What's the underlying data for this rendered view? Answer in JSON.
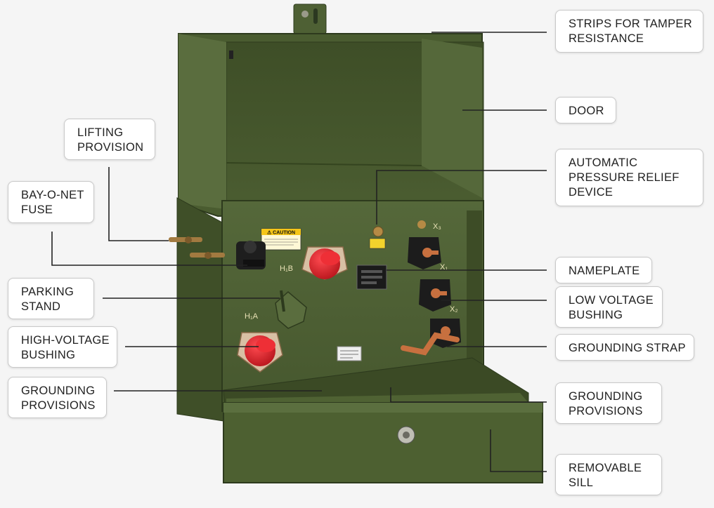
{
  "labels": {
    "strips": [
      "STRIPS FOR TAMPER",
      "RESISTANCE"
    ],
    "door": [
      "DOOR"
    ],
    "lifting": [
      "LIFTING",
      "PROVISION"
    ],
    "relief": [
      "AUTOMATIC",
      "PRESSURE RELIEF",
      "DEVICE"
    ],
    "bayonet": [
      "BAY-O-NET",
      "FUSE"
    ],
    "nameplate": [
      "NAMEPLATE"
    ],
    "parking": [
      "PARKING",
      "STAND"
    ],
    "lv_bushing": [
      "LOW VOLTAGE",
      "BUSHING"
    ],
    "hv_bushing": [
      "HIGH-VOLTAGE",
      "BUSHING"
    ],
    "strap": [
      "GROUNDING STRAP"
    ],
    "ground_left": [
      "GROUNDING",
      "PROVISIONS"
    ],
    "ground_right": [
      "GROUNDING",
      "PROVISIONS"
    ],
    "sill": [
      "REMOVABLE",
      "SILL"
    ]
  },
  "markings": {
    "caution": "⚠ CAUTION",
    "h1b": "H₁B",
    "h1a": "H₁A",
    "x1": "X₁",
    "x2": "X₂",
    "x3": "X₃"
  },
  "colors": {
    "background": "#f5f5f5",
    "tank_green": "#4f6233",
    "tank_dark": "#2f3d1f",
    "tank_light": "#6a7c48",
    "bushing_red": "#d8222a",
    "copper": "#c7703f",
    "leader_line": "#222222"
  }
}
